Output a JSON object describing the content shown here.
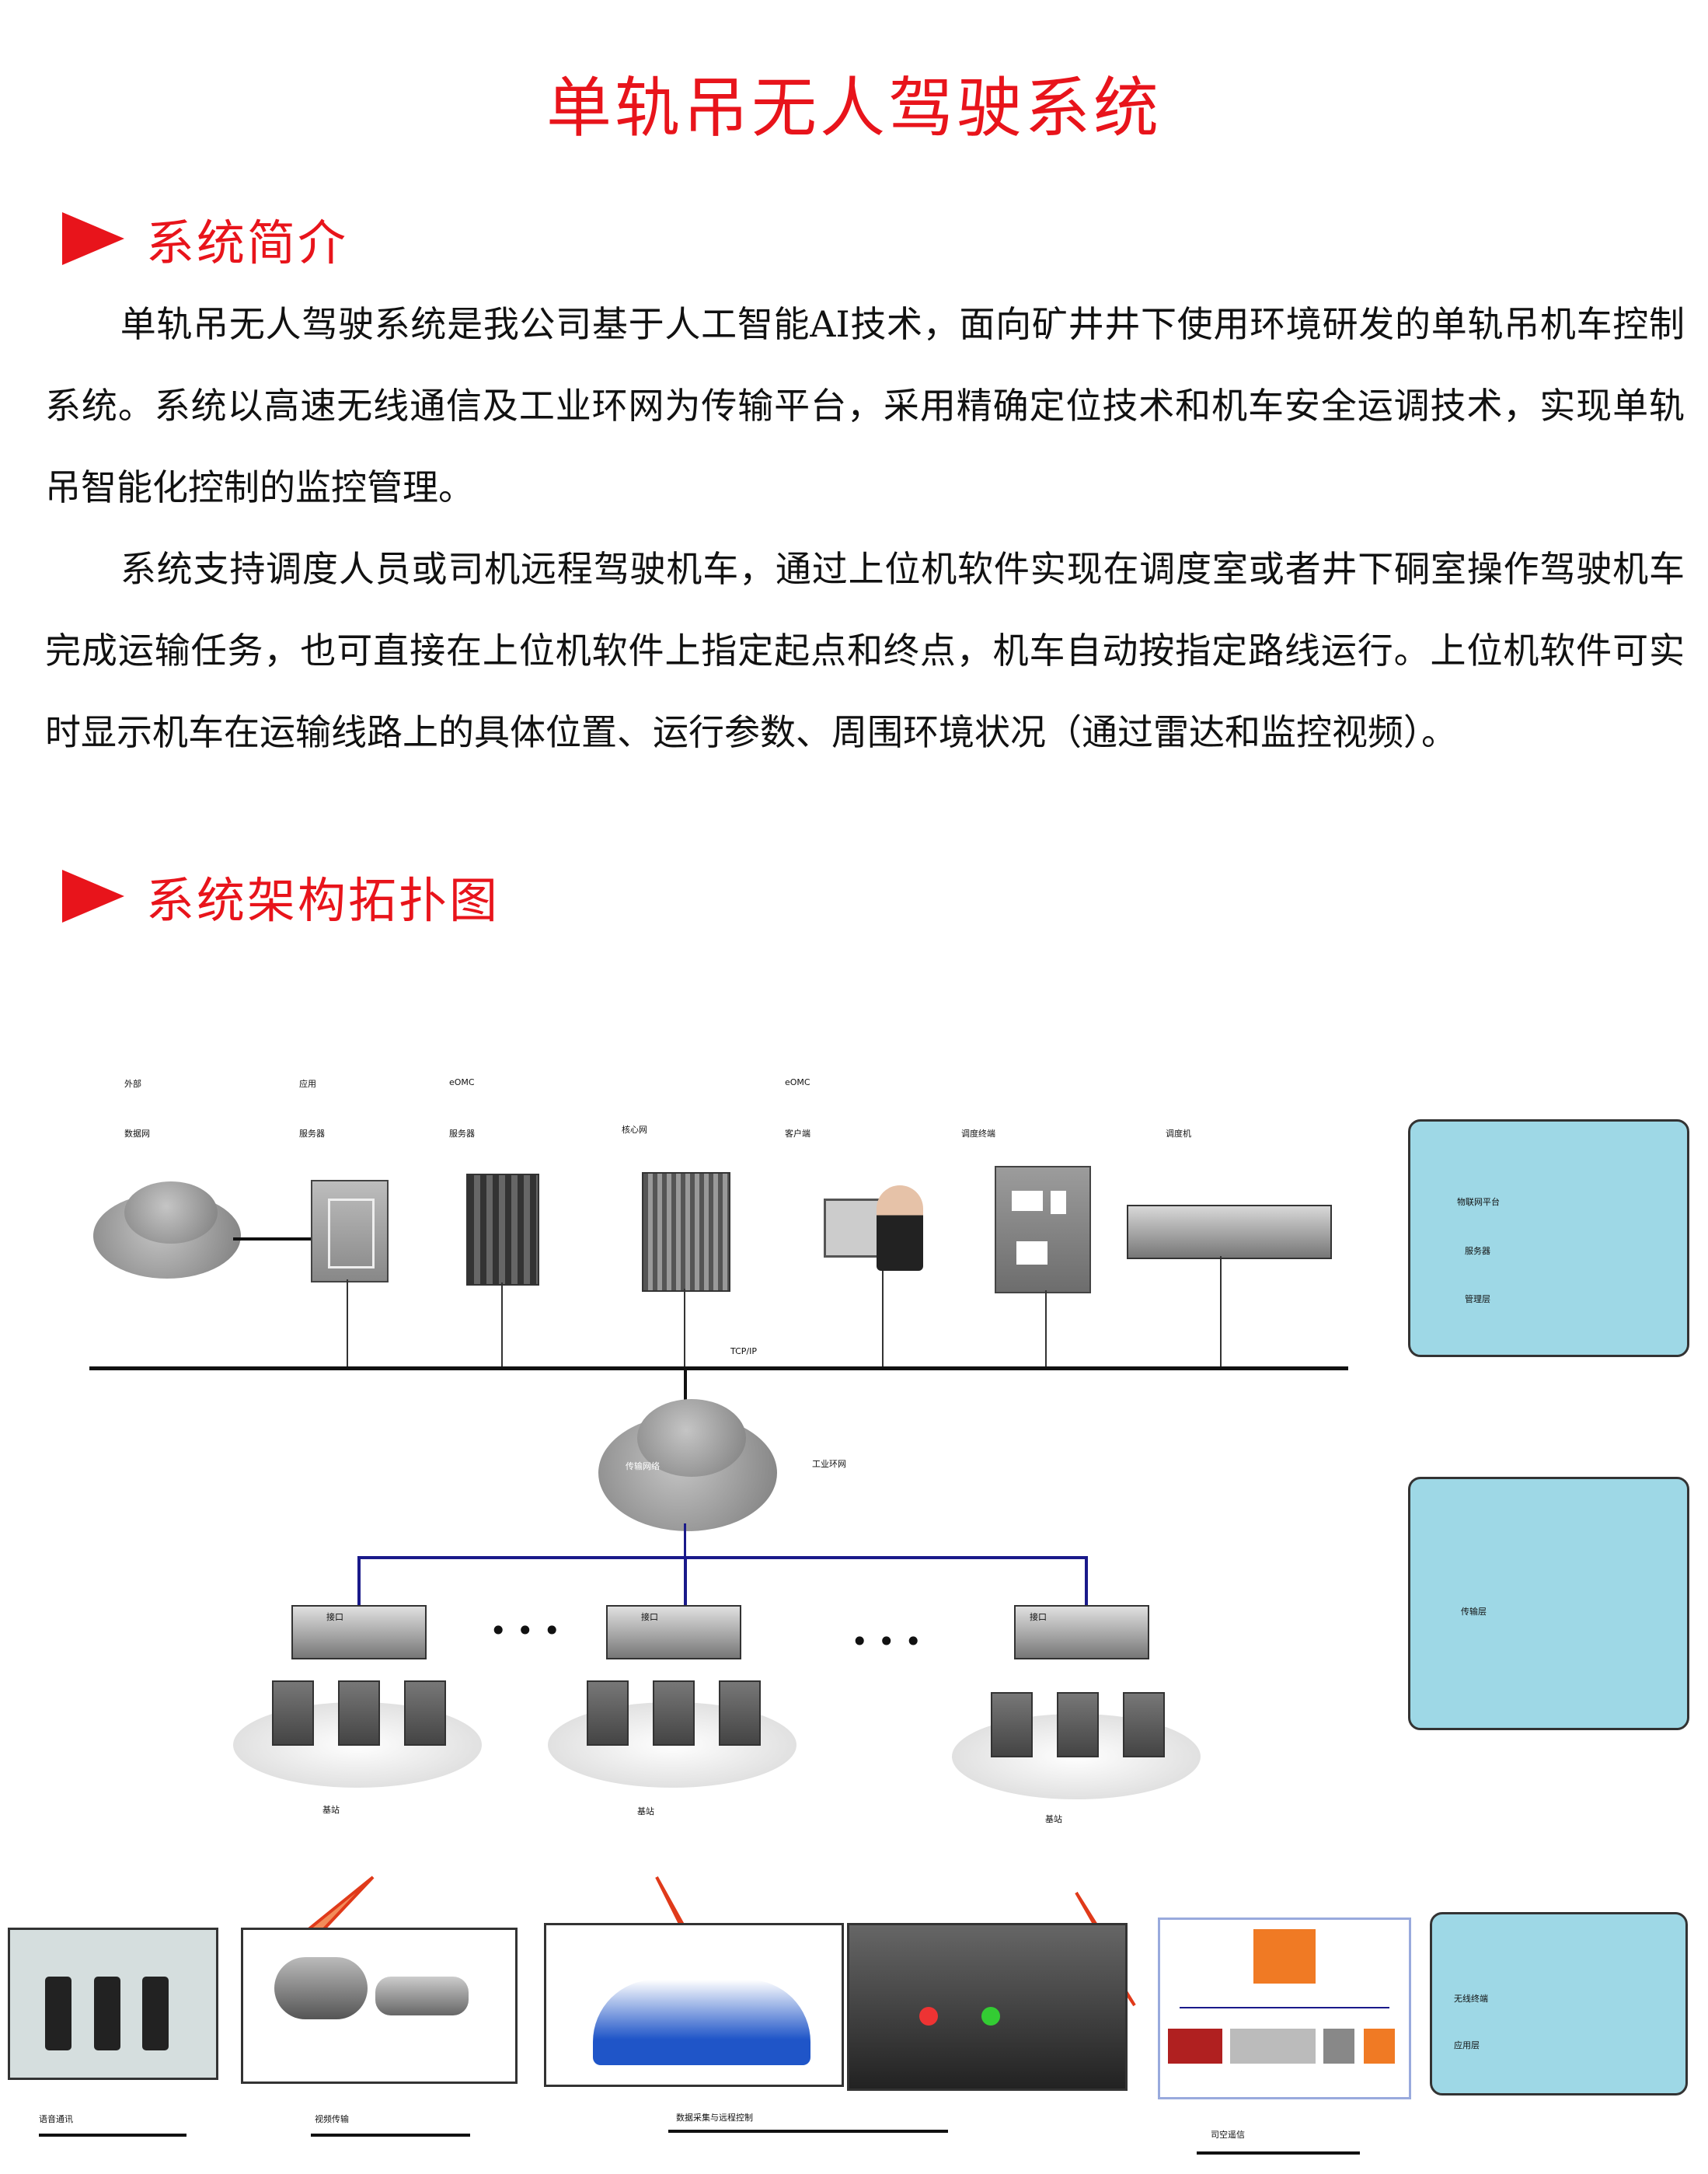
{
  "title": "单轨吊无人驾驶系统",
  "section1": {
    "heading": "系统简介",
    "para1": "单轨吊无人驾驶系统是我公司基于人工智能AI技术，面向矿井井下使用环境研发的单轨吊机车控制系统。系统以高速无线通信及工业环网为传输平台，采用精确定位技术和机车安全运调技术，实现单轨吊智能化控制的监控管理。",
    "para2": "系统支持调度人员或司机远程驾驶机车，通过上位机软件实现在调度室或者井下硐室操作驾驶机车完成运输任务，也可直接在上位机软件上指定起点和终点，机车自动按指定路线运行。上位机软件可实时显示机车在运输线路上的具体位置、运行参数、周围环境状况（通过雷达和监控视频）。"
  },
  "section2": {
    "heading": "系统架构拓扑图"
  },
  "diagram": {
    "top_labels": {
      "ext_line1": "外部",
      "ext_line2": "数据网",
      "app_line1": "应用",
      "app_line2": "服务器",
      "eomc_server_line1": "eOMC",
      "eomc_server_line2": "服务器",
      "core": "核心网",
      "eomc_client_line1": "eOMC",
      "eomc_client_line2": "客户端",
      "dispatch_terminal": "调度终端",
      "dispatcher": "调度机"
    },
    "tcp": "TCP/IP",
    "transport_net": "传输网络",
    "industrial_ring": "工业环网",
    "interface": "接口",
    "base_station": "基站",
    "dots": "• • •",
    "layers": {
      "iot_line1": "物联网平台",
      "iot_line2": "服务器",
      "iot_line3": "管理层",
      "transport": "传输层",
      "wireless_line1": "无线终端",
      "wireless_line2": "应用层"
    },
    "bottom_labels": {
      "voice": "语音通讯",
      "video": "视频传输",
      "data": "数据采集与远程控制",
      "signal": "司空遥信"
    }
  }
}
